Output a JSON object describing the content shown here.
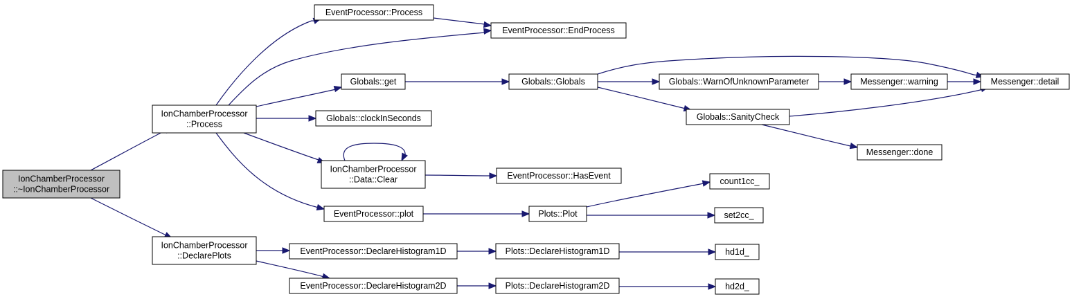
{
  "nodes": [
    {
      "id": "root",
      "lines": [
        "IonChamberProcessor",
        "::~IonChamberProcessor"
      ],
      "root": true
    },
    {
      "id": "process",
      "lines": [
        "IonChamberProcessor",
        "::Process"
      ]
    },
    {
      "id": "declareplots",
      "lines": [
        "IonChamberProcessor",
        "::DeclarePlots"
      ]
    },
    {
      "id": "ep_process",
      "lines": [
        "EventProcessor::Process"
      ]
    },
    {
      "id": "ep_endprocess",
      "lines": [
        "EventProcessor::EndProcess"
      ]
    },
    {
      "id": "globals_get",
      "lines": [
        "Globals::get"
      ]
    },
    {
      "id": "globals_clock",
      "lines": [
        "Globals::clockInSeconds"
      ]
    },
    {
      "id": "data_clear",
      "lines": [
        "IonChamberProcessor",
        "::Data::Clear"
      ]
    },
    {
      "id": "ep_plot",
      "lines": [
        "EventProcessor::plot"
      ]
    },
    {
      "id": "globals_globals",
      "lines": [
        "Globals::Globals"
      ]
    },
    {
      "id": "ep_hasevent",
      "lines": [
        "EventProcessor::HasEvent"
      ]
    },
    {
      "id": "plots_plot",
      "lines": [
        "Plots::Plot"
      ]
    },
    {
      "id": "globals_warn",
      "lines": [
        "Globals::WarnOfUnknownParameter"
      ]
    },
    {
      "id": "globals_sanity",
      "lines": [
        "Globals::SanityCheck"
      ]
    },
    {
      "id": "messenger_warning",
      "lines": [
        "Messenger::warning"
      ]
    },
    {
      "id": "messenger_detail",
      "lines": [
        "Messenger::detail"
      ]
    },
    {
      "id": "messenger_done",
      "lines": [
        "Messenger::done"
      ]
    },
    {
      "id": "count1cc",
      "lines": [
        "count1cc_"
      ]
    },
    {
      "id": "set2cc",
      "lines": [
        "set2cc_"
      ]
    },
    {
      "id": "ep_dh1d",
      "lines": [
        "EventProcessor::DeclareHistogram1D"
      ]
    },
    {
      "id": "ep_dh2d",
      "lines": [
        "EventProcessor::DeclareHistogram2D"
      ]
    },
    {
      "id": "plots_dh1d",
      "lines": [
        "Plots::DeclareHistogram1D"
      ]
    },
    {
      "id": "plots_dh2d",
      "lines": [
        "Plots::DeclareHistogram2D"
      ]
    },
    {
      "id": "hd1d",
      "lines": [
        "hd1d_"
      ]
    },
    {
      "id": "hd2d",
      "lines": [
        "hd2d_"
      ]
    }
  ],
  "edges": [
    {
      "from": "root",
      "to": "process"
    },
    {
      "from": "root",
      "to": "declareplots"
    },
    {
      "from": "process",
      "to": "ep_process"
    },
    {
      "from": "process",
      "to": "ep_endprocess"
    },
    {
      "from": "process",
      "to": "globals_get"
    },
    {
      "from": "process",
      "to": "globals_clock"
    },
    {
      "from": "process",
      "to": "data_clear"
    },
    {
      "from": "process",
      "to": "ep_plot"
    },
    {
      "from": "ep_process",
      "to": "ep_endprocess"
    },
    {
      "from": "globals_get",
      "to": "globals_globals"
    },
    {
      "from": "globals_globals",
      "to": "messenger_detail"
    },
    {
      "from": "globals_globals",
      "to": "globals_warn"
    },
    {
      "from": "globals_globals",
      "to": "globals_sanity"
    },
    {
      "from": "globals_warn",
      "to": "messenger_warning"
    },
    {
      "from": "messenger_warning",
      "to": "messenger_detail"
    },
    {
      "from": "globals_sanity",
      "to": "messenger_detail"
    },
    {
      "from": "globals_sanity",
      "to": "messenger_done"
    },
    {
      "from": "data_clear",
      "to": "data_clear"
    },
    {
      "from": "data_clear",
      "to": "ep_hasevent"
    },
    {
      "from": "ep_plot",
      "to": "plots_plot"
    },
    {
      "from": "plots_plot",
      "to": "count1cc"
    },
    {
      "from": "plots_plot",
      "to": "set2cc"
    },
    {
      "from": "declareplots",
      "to": "ep_dh1d"
    },
    {
      "from": "declareplots",
      "to": "ep_dh2d"
    },
    {
      "from": "ep_dh1d",
      "to": "plots_dh1d"
    },
    {
      "from": "ep_dh2d",
      "to": "plots_dh2d"
    },
    {
      "from": "plots_dh1d",
      "to": "hd1d"
    },
    {
      "from": "plots_dh2d",
      "to": "hd2d"
    }
  ],
  "colors": {
    "edge": "#191970",
    "root_fill": "#bfbfbf",
    "node_fill": "#ffffff",
    "border": "#000000"
  }
}
